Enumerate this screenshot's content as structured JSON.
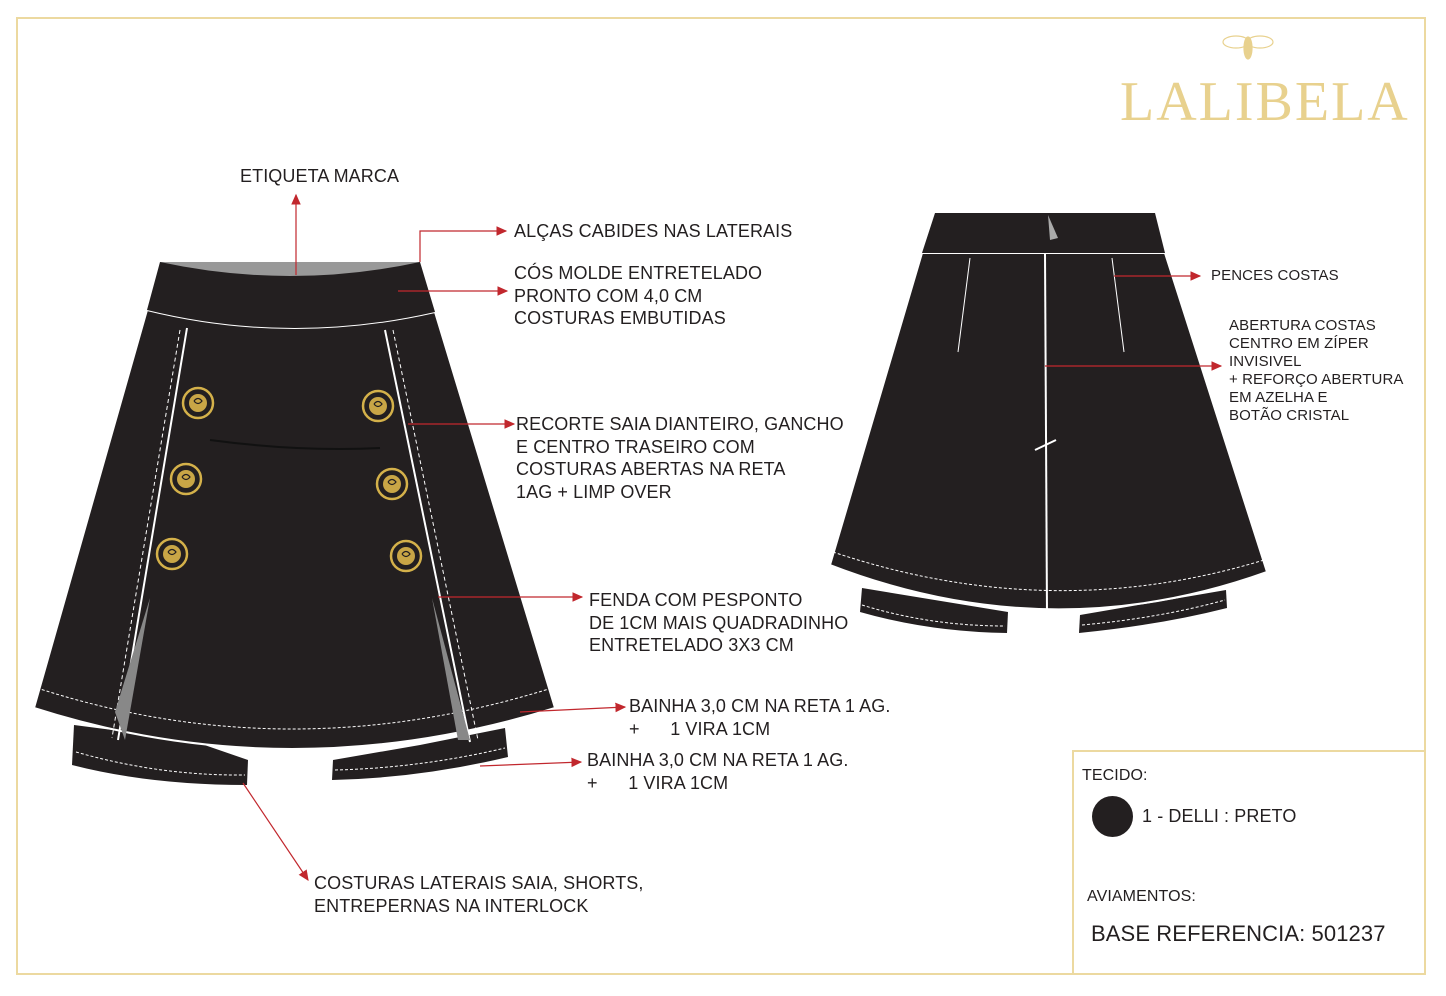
{
  "brand": {
    "name": "LALIBELA",
    "logo_icon": "bee-icon",
    "color": "#e8d18e"
  },
  "colors": {
    "fabric": "#231f20",
    "arrow": "#c1272d",
    "border": "#ecd9a0",
    "button_gold": "#c9a646"
  },
  "front_labels": {
    "etiqueta": "ETIQUETA MARCA",
    "alcas": "ALÇAS CABIDES NAS LATERAIS",
    "cos": "CÓS MOLDE ENTRETELADO\nPRONTO COM 4,0 CM\nCOSTURAS EMBUTIDAS",
    "recorte": "RECORTE SAIA DIANTEIRO, GANCHO\nE CENTRO TRASEIRO COM\nCOSTURAS ABERTAS NA RETA\n1AG + LIMP OVER",
    "fenda": "FENDA COM PESPONTO\nDE 1CM MAIS QUADRADINHO\nENTRETELADO 3X3 CM",
    "bainha_saia": "BAINHA 3,0 CM NA RETA 1 AG.\n+      1 VIRA 1CM",
    "bainha_shorts": "BAINHA 3,0 CM NA RETA 1 AG.\n+      1 VIRA 1CM",
    "costuras_laterais": "COSTURAS LATERAIS SAIA, SHORTS,\nENTREPERNAS NA INTERLOCK"
  },
  "back_labels": {
    "pences": "PENCES COSTAS",
    "abertura": "ABERTURA COSTAS\nCENTRO EM ZÍPER\nINVISIVEL\n+ REFORÇO ABERTURA\nEM AZELHA E\nBOTÃO CRISTAL"
  },
  "info": {
    "tecido_label": "TECIDO:",
    "tecido_item": "1 - DELLI : PRETO",
    "aviamentos_label": "AVIAMENTOS:",
    "base_referencia": "BASE REFERENCIA: 501237"
  }
}
